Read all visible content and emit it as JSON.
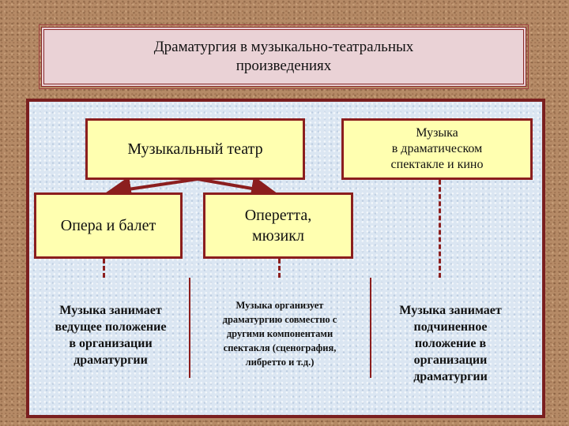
{
  "title": "Драматургия в музыкально-театральных\nпроизведениях",
  "boxes": {
    "musical_theatre": "Музыкальный театр",
    "music_in_drama": "Музыка\nв драматическом\nспектакле и кино",
    "opera_ballet": "Опера и балет",
    "operetta_musical": "Оперетта,\nмюзикл"
  },
  "descriptions": {
    "opera_ballet": "Музыка занимает\nведущее положение\nв организации\nдраматургии",
    "operetta_musical": "Музыка организует\nдраматургию совместно с\nдругими компонентами\nспектакля (сценография,\nлибретто и т.д.)",
    "music_in_drama": "Музыка занимает\nподчиненное\nположение в\nорганизации\nдраматургии"
  },
  "colors": {
    "box_fill": "#ffffb0",
    "border": "#8b1e1e",
    "title_fill": "#ead2d6",
    "panel_fill": "#dbe6f2",
    "background": "#b58a66"
  }
}
